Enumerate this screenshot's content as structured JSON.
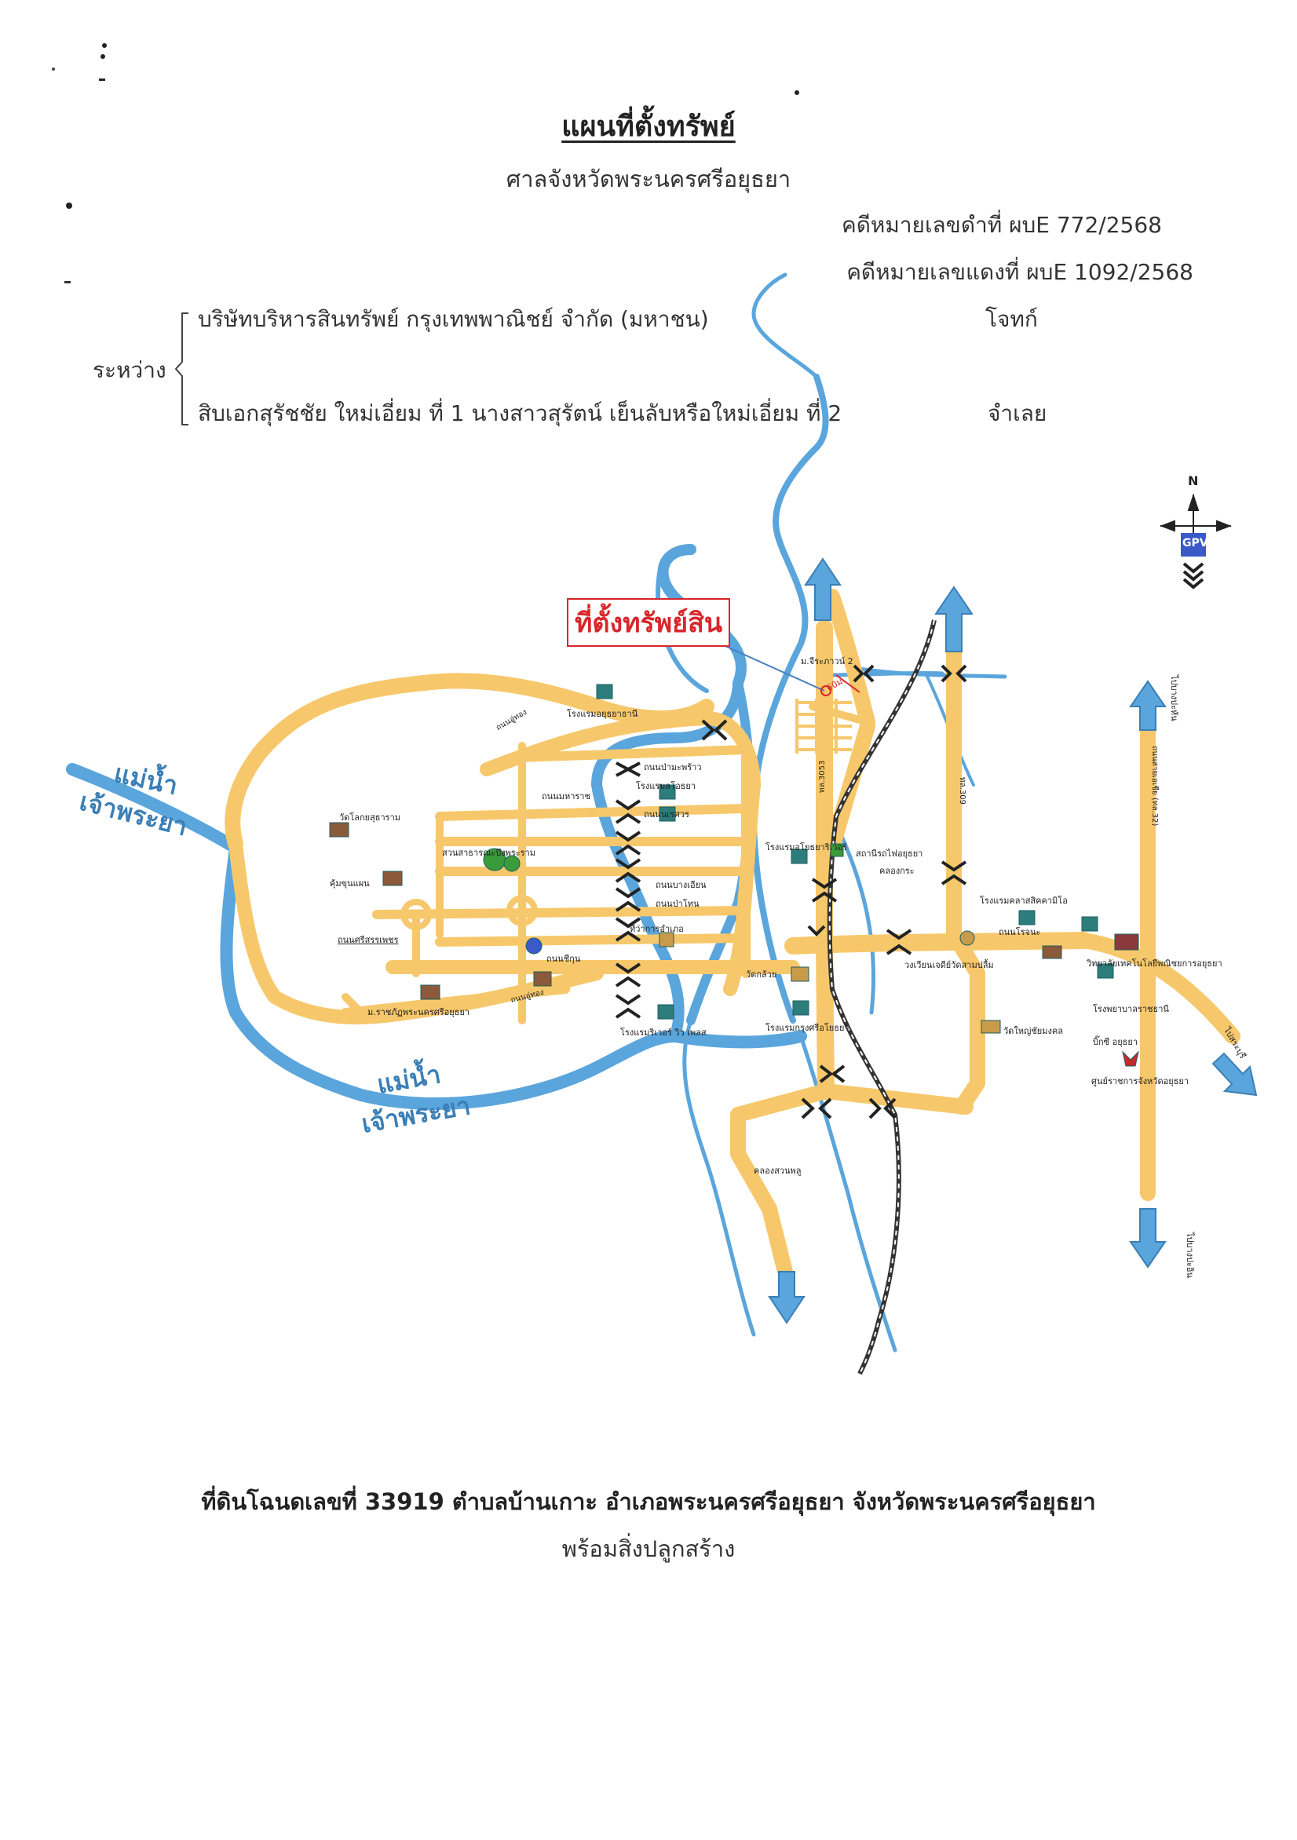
{
  "header": {
    "title": "แผนที่ตั้งทรัพย์",
    "court": "ศาลจังหวัดพระนครศรีอยุธยา",
    "black_case": "คดีหมายเลขดำที่ ผบE 772/2568",
    "red_case": "คดีหมายเลขแดงที่ ผบE 1092/2568"
  },
  "parties": {
    "between_label": "ระหว่าง",
    "plaintiff_name": "บริษัทบริหารสินทรัพย์ กรุงเทพพาณิชย์ จำกัด (มหาชน)",
    "plaintiff_role": "โจทก์",
    "defendant_name": "สิบเอกสุรัชชัย ใหม่เอี่ยม ที่ 1 นางสาวสุรัตน์ เย็นลับหรือใหม่เอี่ยม ที่ 2",
    "defendant_role": "จำเลย"
  },
  "map": {
    "property_label": "ที่ตั้งทรัพย์สิน",
    "compass_n": "N",
    "compass_logo": "GPV",
    "river_top_1": "แม่น้ำ",
    "river_top_2": "เจ้าพระยา",
    "river_bottom_1": "แม่น้ำ",
    "river_bottom_2": "เจ้าพระยา",
    "labels": {
      "village_2": "ม.จีระภาวน์ 2",
      "hotel_ayutthaya_thani": "โรงแรมอยุธยาธานี",
      "road_u_thong_top": "ถนนอู่ทอง",
      "road_pamaphrao": "ถนนป่ามะพร้าว",
      "hotel_lotus": "โรงแรมลโอธยา",
      "road_naresuan": "ถนนนเรศวร",
      "road_mahathat": "ถนนมหาราช",
      "wat_lokaya": "วัดโลกยสุธาราม",
      "park": "สวนสาธารณะบึงพระราม",
      "road_chikun": "ถนนชีกุน",
      "khum_khunphaen": "คุ้มขุนแผน",
      "road_si_sanphet": "ถนนศรีสรรเพชร",
      "road_u_thong_bottom": "ถนนอู่ทอง",
      "rajabhat": "ม.ราชภัฏพระนครศรีอยุธยา",
      "hotel_river_view": "โรงแรมริเวอร์ วิว เพลส",
      "wat_kluai": "วัดกล้วย",
      "road_pa_thon": "ถนนป่าโทน",
      "road_bang_ian": "ถนนบางเอียน",
      "city_hall": "ที่ว่าการอำเภอ",
      "hotel_ayothaya": "โรงแรมอโยธยาริเวอร์",
      "station": "สถานีรถไฟอยุธยา",
      "khlong": "คลองกระ",
      "hotel_krungsri": "โรงแรมกรุงศรีอโยธยา",
      "wat_yai": "วัดใหญ่ชัยมงคล",
      "phrae_pracha": "คลองสวนพลู",
      "road_rojana": "ถนนโรจนะ",
      "hotel_centara": "โรงแรมคลาสสิคคามิโอ",
      "tech_college": "วิทยาลัยเทคโนโลยีพณิชยการอยุธยา",
      "hospital": "โรงพยาบาลราชธานี",
      "big_c": "บิ๊กซี อยุธยา",
      "gov_center": "ศูนย์ราชการจังหวัดอยุธยา",
      "wongwian": "วงเวียนเจดีย์วัดสามปลื้ม",
      "to_bang_pa_in": "ไปบางปะอิน",
      "to_bang_pahan": "ไปบางปะหัน",
      "to_saraburi": "ไปสระบุรี",
      "highway_32": "ถนนสายเอเชีย (ทล.32)",
      "route_3053": "ทล.3053",
      "route_309": "ทล.309",
      "distance": "60ม."
    }
  },
  "footer": {
    "deed": "ที่ดินโฉนดเลขที่  33919  ตำบลบ้านเกาะ  อำเภอพระนครศรีอยุธยา  จังหวัดพระนครศรีอยุธยา",
    "buildings": "พร้อมสิ่งปลูกสร้าง"
  },
  "colors": {
    "road": "#f7c86b",
    "river": "#5aa5dc",
    "property_label": "#d8262a",
    "rail": "#333333",
    "arrow": "#5aa5dc"
  }
}
